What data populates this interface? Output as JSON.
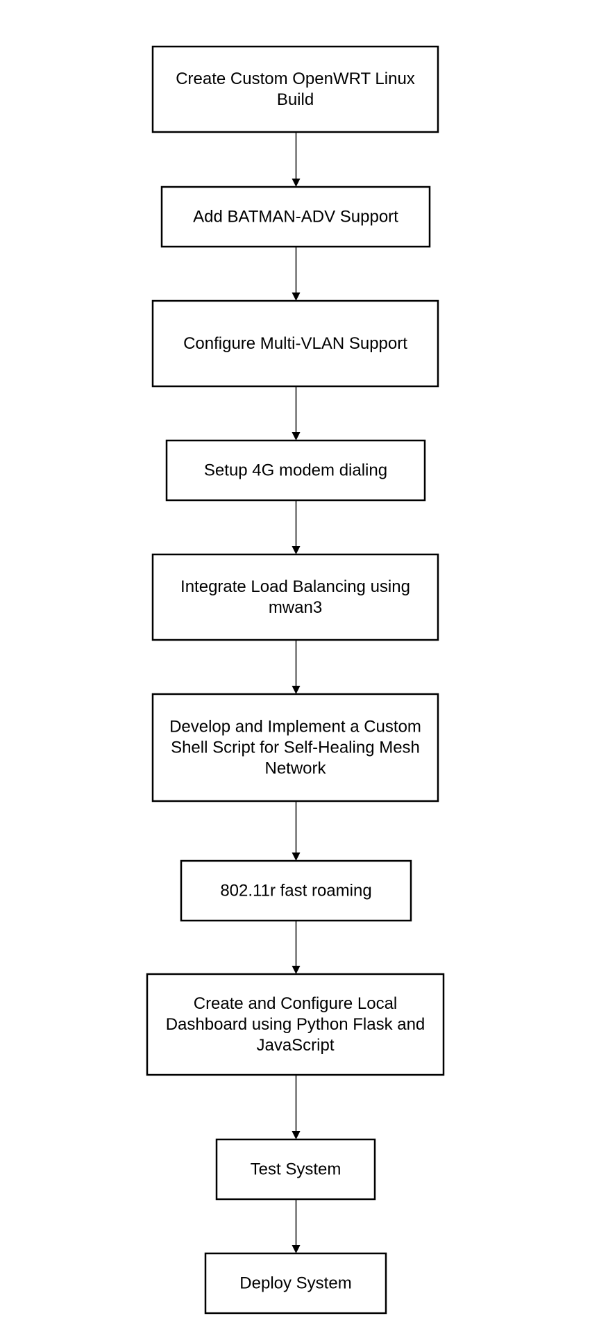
{
  "flowchart": {
    "steps": [
      {
        "id": "create-openwrt-build",
        "lines": [
          "Create Custom OpenWRT Linux",
          "Build"
        ]
      },
      {
        "id": "add-batman-adv",
        "lines": [
          "Add BATMAN-ADV Support"
        ]
      },
      {
        "id": "configure-multi-vlan",
        "lines": [
          "Configure Multi-VLAN Support"
        ]
      },
      {
        "id": "setup-4g-modem",
        "lines": [
          "Setup 4G modem dialing"
        ]
      },
      {
        "id": "integrate-load-balancing",
        "lines": [
          "Integrate Load Balancing using",
          "mwan3"
        ]
      },
      {
        "id": "self-healing-mesh-script",
        "lines": [
          "Develop and Implement a Custom",
          "Shell Script for Self-Healing Mesh",
          "Network"
        ]
      },
      {
        "id": "fast-roaming",
        "lines": [
          "802.11r fast roaming"
        ]
      },
      {
        "id": "local-dashboard",
        "lines": [
          "Create and Configure Local",
          "Dashboard using Python Flask and",
          "JavaScript"
        ]
      },
      {
        "id": "test-system",
        "lines": [
          "Test System"
        ]
      },
      {
        "id": "deploy-system",
        "lines": [
          "Deploy System"
        ]
      }
    ],
    "edges": [
      [
        "create-openwrt-build",
        "add-batman-adv"
      ],
      [
        "add-batman-adv",
        "configure-multi-vlan"
      ],
      [
        "configure-multi-vlan",
        "setup-4g-modem"
      ],
      [
        "setup-4g-modem",
        "integrate-load-balancing"
      ],
      [
        "integrate-load-balancing",
        "self-healing-mesh-script"
      ],
      [
        "self-healing-mesh-script",
        "fast-roaming"
      ],
      [
        "fast-roaming",
        "local-dashboard"
      ],
      [
        "local-dashboard",
        "test-system"
      ],
      [
        "test-system",
        "deploy-system"
      ]
    ],
    "colors": {
      "stroke": "#000000",
      "fill": "#ffffff",
      "text": "#000000",
      "background": "#ffffff"
    }
  }
}
